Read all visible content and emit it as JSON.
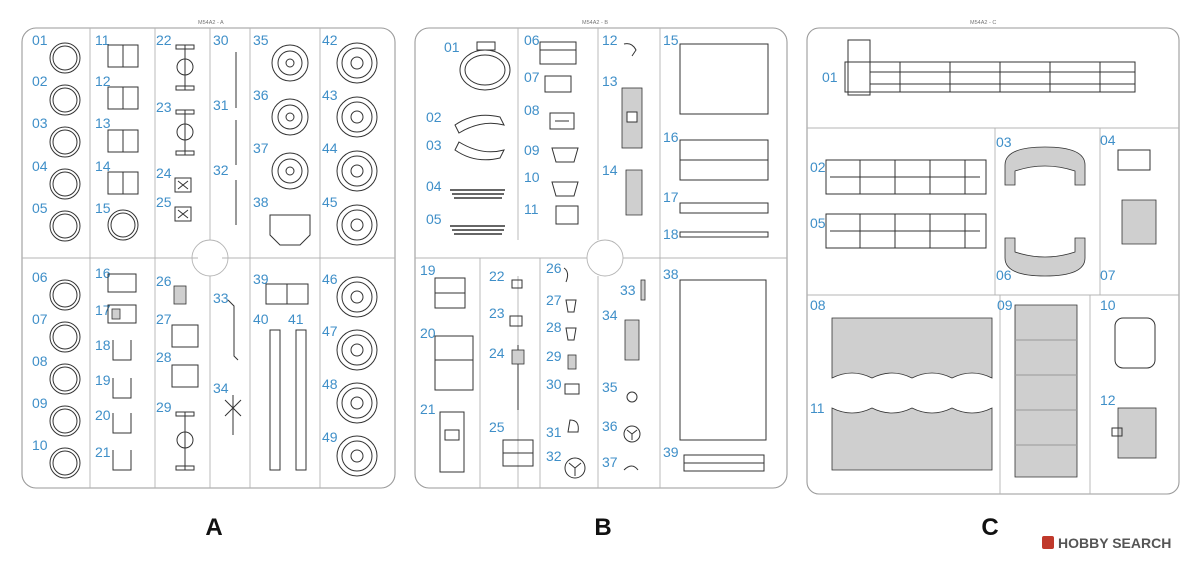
{
  "sprues": [
    {
      "id": "A",
      "title": "M54A2 - A",
      "letter": "A",
      "labels": [
        "01",
        "02",
        "03",
        "04",
        "05",
        "06",
        "07",
        "08",
        "09",
        "10",
        "11",
        "12",
        "13",
        "14",
        "15",
        "16",
        "17",
        "18",
        "19",
        "20",
        "21",
        "22",
        "23",
        "24",
        "25",
        "26",
        "27",
        "28",
        "29",
        "30",
        "31",
        "32",
        "33",
        "34",
        "35",
        "36",
        "37",
        "38",
        "39",
        "40",
        "41",
        "42",
        "43",
        "44",
        "45",
        "46",
        "47",
        "48",
        "49"
      ]
    },
    {
      "id": "B",
      "title": "M54A2 - B",
      "letter": "B",
      "labels": [
        "01",
        "02",
        "03",
        "04",
        "05",
        "06",
        "07",
        "08",
        "09",
        "10",
        "11",
        "12",
        "13",
        "14",
        "15",
        "16",
        "17",
        "18",
        "19",
        "20",
        "21",
        "22",
        "23",
        "24",
        "25",
        "26",
        "27",
        "28",
        "29",
        "30",
        "31",
        "32",
        "33",
        "34",
        "35",
        "36",
        "37",
        "38",
        "39"
      ]
    },
    {
      "id": "C",
      "title": "M54A2 - C",
      "letter": "C",
      "labels": [
        "01",
        "02",
        "03",
        "04",
        "05",
        "06",
        "07",
        "08",
        "09",
        "10",
        "11",
        "12"
      ]
    }
  ],
  "watermark": {
    "brand": "HOBBY SEARCH"
  }
}
